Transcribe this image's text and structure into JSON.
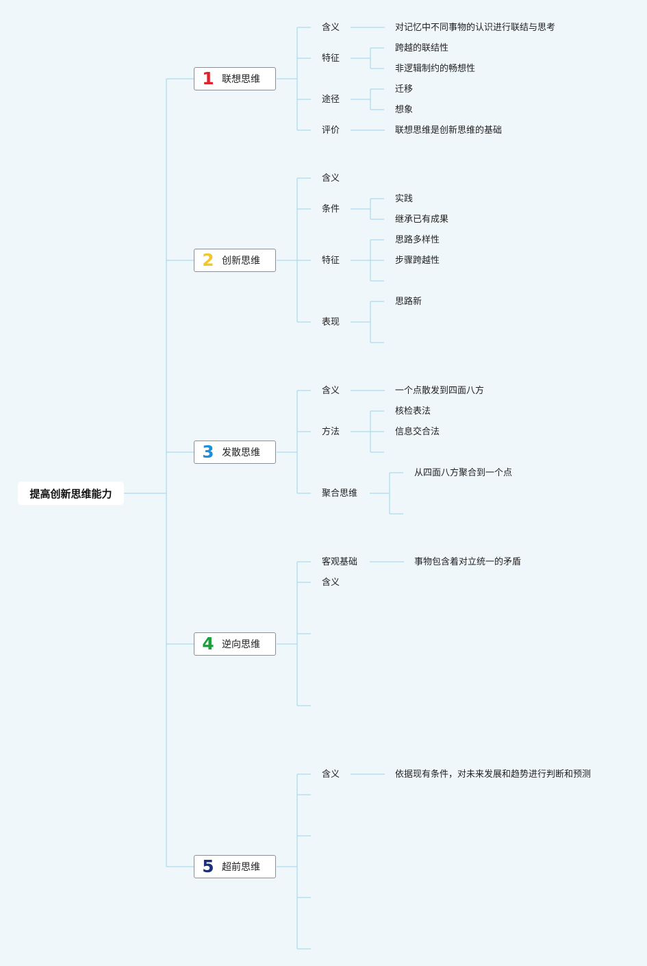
{
  "root": {
    "label": "提高创新思维能力"
  },
  "branches": [
    {
      "number": "1",
      "number_color": "#e0202a",
      "label": "联想思维",
      "children": [
        {
          "label": "含义",
          "leaves": [
            "对记忆中不同事物的认识进行联结与思考"
          ]
        },
        {
          "label": "特征",
          "leaves": [
            "跨越的联结性",
            "非逻辑制约的畅想性"
          ]
        },
        {
          "label": "途径",
          "leaves": [
            "迁移",
            "想象"
          ]
        },
        {
          "label": "评价",
          "leaves": [
            "联想思维是创新思维的基础"
          ]
        }
      ]
    },
    {
      "number": "2",
      "number_color": "#f2c62e",
      "label": "创新思维",
      "children": [
        {
          "label": "含义",
          "leaves": []
        },
        {
          "label": "条件",
          "leaves": [
            "实践",
            "继承已有成果"
          ]
        },
        {
          "label": "特征",
          "leaves": [
            "思路多样性",
            "步骤跨越性"
          ]
        },
        {
          "label": "表现",
          "leaves": [
            "思路新"
          ]
        }
      ]
    },
    {
      "number": "3",
      "number_color": "#1e8fd8",
      "label": "发散思维",
      "children": [
        {
          "label": "含义",
          "leaves": [
            "一个点散发到四面八方"
          ]
        },
        {
          "label": "方法",
          "leaves": [
            "核检表法",
            "信息交合法"
          ]
        },
        {
          "label": "聚合思维",
          "leaves": [
            "从四面八方聚合到一个点"
          ]
        }
      ]
    },
    {
      "number": "4",
      "number_color": "#1aa03a",
      "label": "逆向思维",
      "children": [
        {
          "label": "客观基础",
          "leaves": [
            "事物包含着对立统一的矛盾"
          ]
        },
        {
          "label": "含义",
          "leaves": []
        }
      ]
    },
    {
      "number": "5",
      "number_color": "#1e2f7a",
      "label": "超前思维",
      "children": [
        {
          "label": "含义",
          "leaves": [
            "依据现有条件，对未来发展和趋势进行判断和预测"
          ]
        }
      ]
    }
  ],
  "colors": {
    "connector": "#a9dcef",
    "background": "#f0f7fa"
  }
}
